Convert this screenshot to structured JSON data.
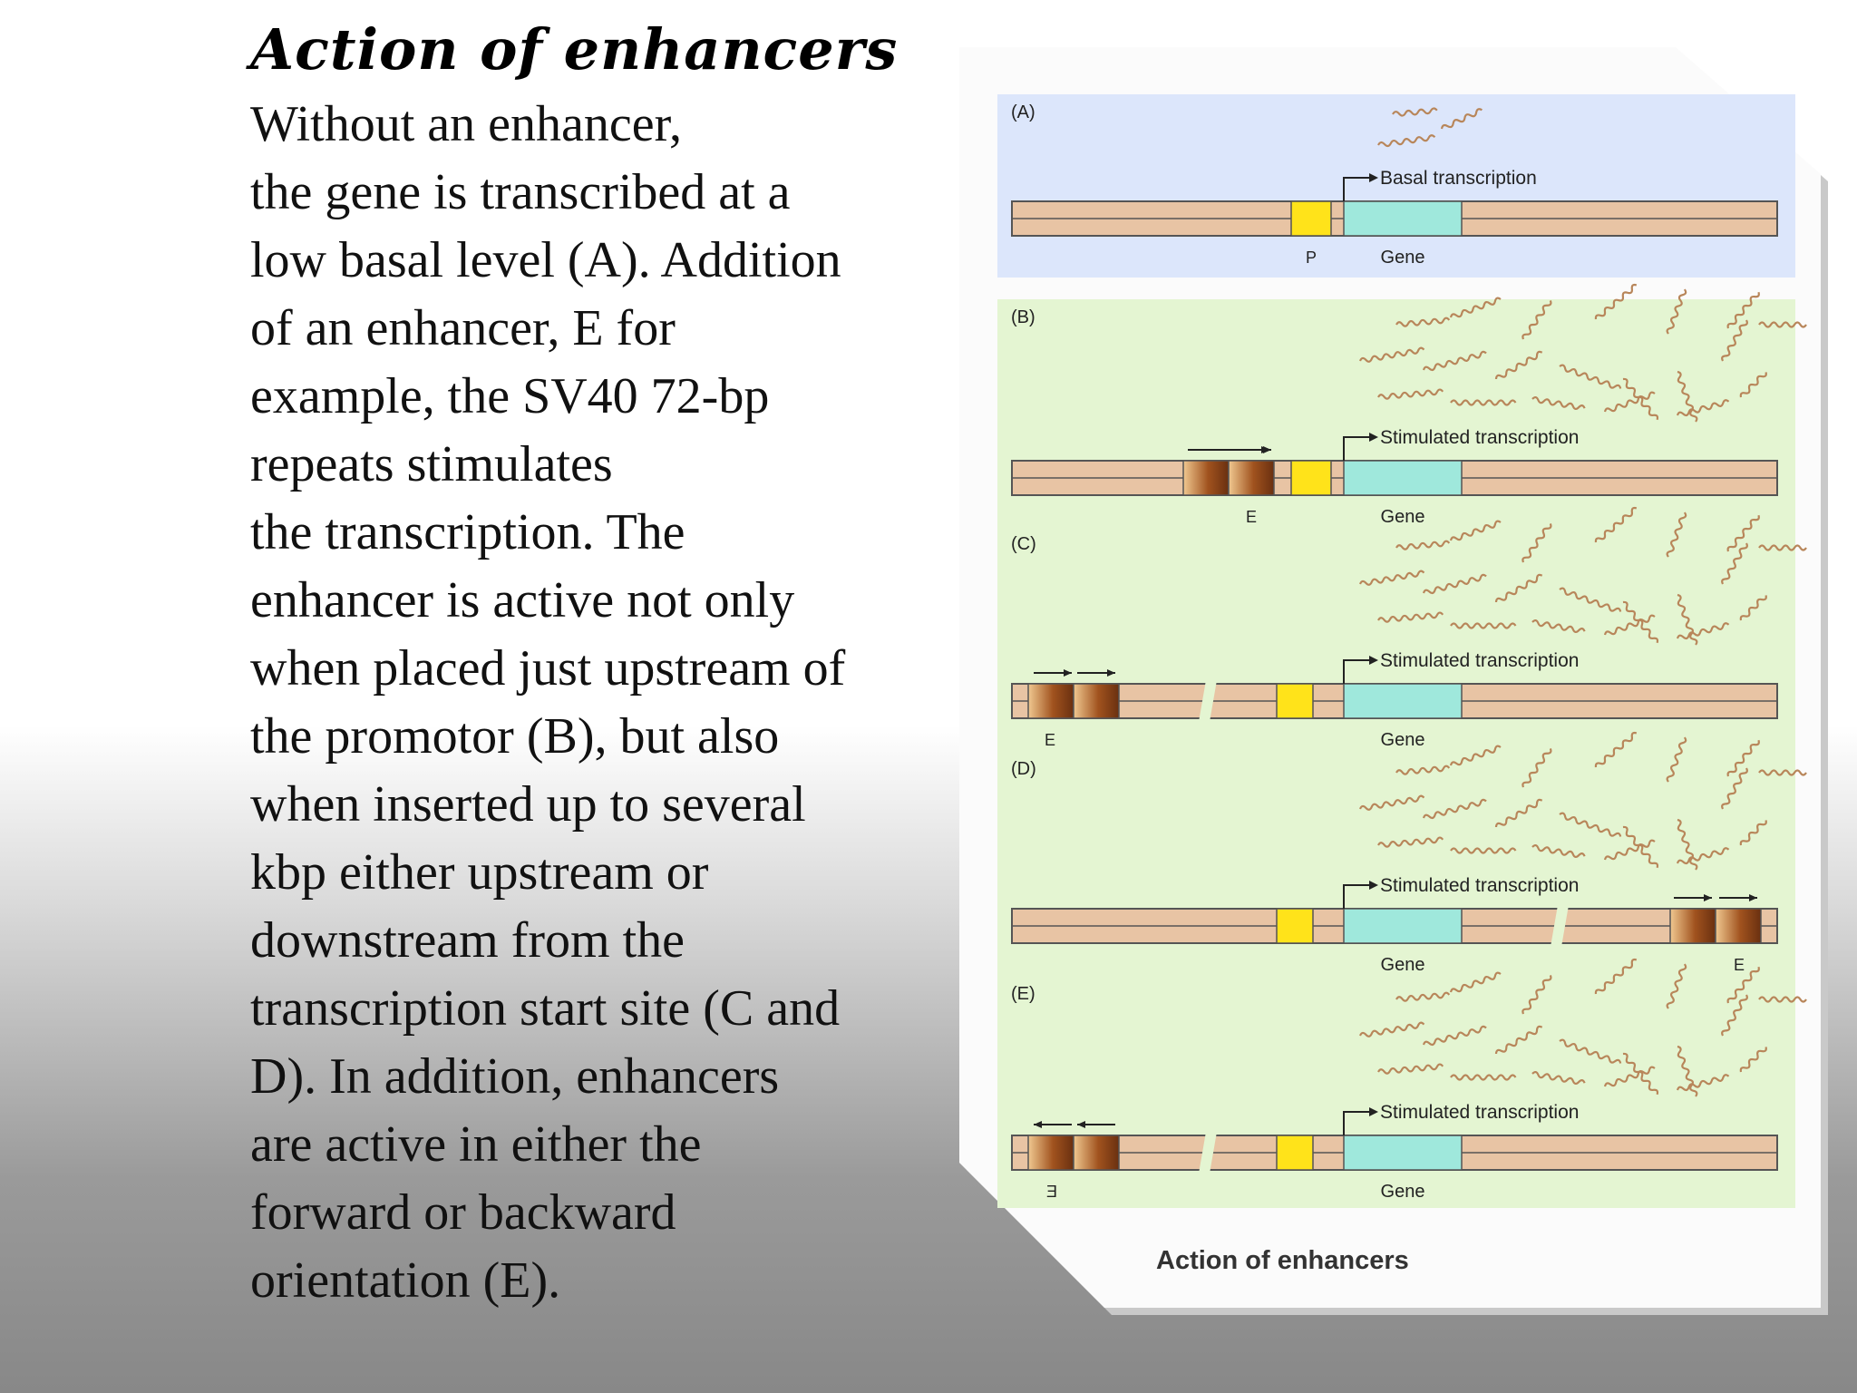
{
  "slide": {
    "title": "Action of enhancers",
    "body_lines": [
      "Without an enhancer,",
      "the gene is transcribed at a",
      "low basal level (A). Addition",
      "of an enhancer, E for",
      "example, the SV40 72-bp",
      "repeats stimulates",
      "the transcription. The",
      "enhancer is active not only",
      "when placed just upstream of",
      "the promotor (B), but also",
      "when inserted up to several",
      "kbp either upstream or",
      "downstream from the",
      "transcription start site (C and",
      "D). In addition, enhancers",
      "are active in either the",
      "forward or backward",
      "orientation (E)."
    ]
  },
  "figure": {
    "caption": "Action of enhancers",
    "colors": {
      "panel_a_bg": "#dce6fb",
      "panel_bcde_bg": "#e4f5d2",
      "dna": "#e8c4a4",
      "promoter": "#ffe31a",
      "gene": "#9fe8dc",
      "enhancer": "#a0521e",
      "rna": "#b8865a"
    },
    "panels": [
      {
        "id": "A",
        "label": "(A)",
        "arrow_label": "Basal transcription",
        "gene_label": "Gene",
        "promoter_label": "P",
        "enhancer_label": ""
      },
      {
        "id": "B",
        "label": "(B)",
        "arrow_label": "Stimulated transcription",
        "gene_label": "Gene",
        "promoter_label": "",
        "enhancer_label": "E"
      },
      {
        "id": "C",
        "label": "(C)",
        "arrow_label": "Stimulated transcription",
        "gene_label": "Gene",
        "promoter_label": "",
        "enhancer_label": "E"
      },
      {
        "id": "D",
        "label": "(D)",
        "arrow_label": "Stimulated transcription",
        "gene_label": "Gene",
        "promoter_label": "",
        "enhancer_label": "E"
      },
      {
        "id": "E",
        "label": "(E)",
        "arrow_label": "Stimulated transcription",
        "gene_label": "Gene",
        "promoter_label": "",
        "enhancer_label": "Ǝ"
      }
    ]
  }
}
